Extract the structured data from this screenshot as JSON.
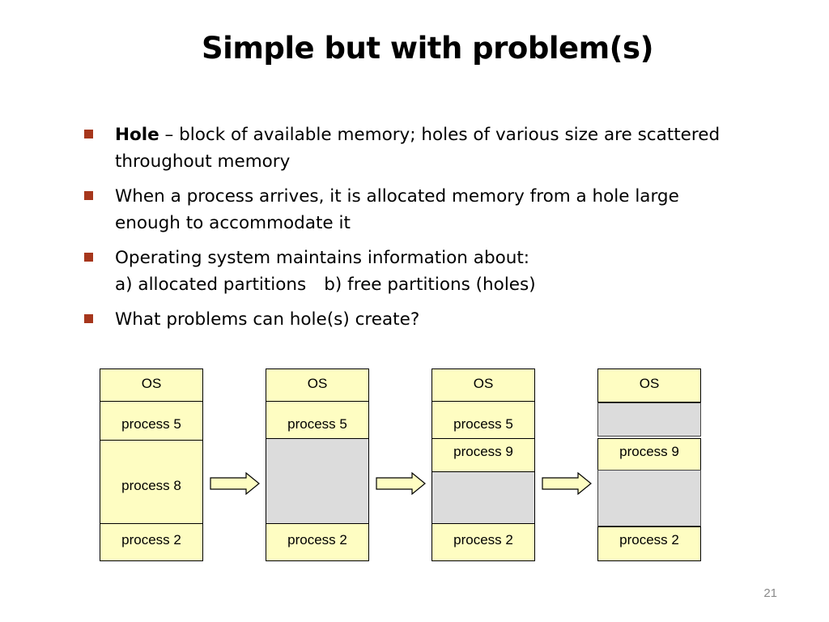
{
  "title": "Simple but with problem(s)",
  "bullets": [
    {
      "bold": "Hole",
      "text": " – block of available memory; holes of various size are scattered throughout memory"
    },
    {
      "bold": "",
      "text": "When a process arrives, it is allocated memory from a hole large enough to accommodate it"
    },
    {
      "bold": "",
      "line1": "Operating system maintains information about:",
      "part_a": "a) allocated partitions",
      "part_b": "b) free partitions (holes)"
    },
    {
      "bold": "",
      "text": "What problems can hole(s) create?"
    }
  ],
  "diagram": {
    "columns": [
      {
        "segments": [
          {
            "label": "OS",
            "hole": false
          },
          {
            "label": "process 5",
            "hole": false
          },
          {
            "label": "process 8",
            "hole": false
          },
          {
            "label": "process 2",
            "hole": false
          }
        ]
      },
      {
        "segments": [
          {
            "label": "OS",
            "hole": false
          },
          {
            "label": "process 5",
            "hole": false
          },
          {
            "label": "",
            "hole": true
          },
          {
            "label": "process 2",
            "hole": false
          }
        ]
      },
      {
        "segments": [
          {
            "label": "OS",
            "hole": false
          },
          {
            "label": "process 5",
            "hole": false
          },
          {
            "label": "process 9",
            "hole": false
          },
          {
            "label": "",
            "hole": true
          },
          {
            "label": "process 2",
            "hole": false
          }
        ]
      },
      {
        "segments": [
          {
            "label": "OS",
            "hole": false
          },
          {
            "label": "",
            "hole": true
          },
          {
            "label": "process 9",
            "hole": false
          },
          {
            "label": "",
            "hole": true
          },
          {
            "label": "process 2",
            "hole": false
          }
        ]
      }
    ],
    "colors": {
      "process": "#fefdc2",
      "hole": "#dcdcdc",
      "arrow": "#fefdc2",
      "bullet": "#a6361c"
    }
  },
  "page_number": "21"
}
